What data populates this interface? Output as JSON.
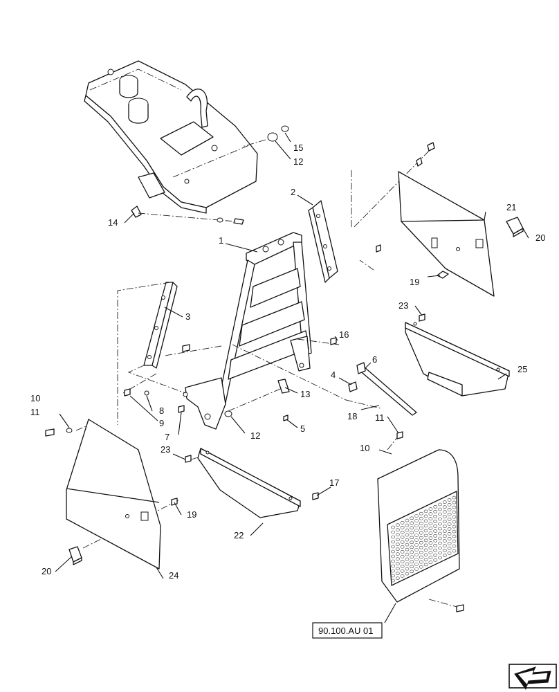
{
  "callouts": [
    {
      "id": "c1",
      "text": "1"
    },
    {
      "id": "c2",
      "text": "2"
    },
    {
      "id": "c3",
      "text": "3"
    },
    {
      "id": "c4",
      "text": "4"
    },
    {
      "id": "c5",
      "text": "5"
    },
    {
      "id": "c6",
      "text": "6"
    },
    {
      "id": "c7",
      "text": "7"
    },
    {
      "id": "c8",
      "text": "8"
    },
    {
      "id": "c9",
      "text": "9"
    },
    {
      "id": "c10a",
      "text": "10"
    },
    {
      "id": "c10b",
      "text": "10"
    },
    {
      "id": "c11a",
      "text": "11"
    },
    {
      "id": "c11b",
      "text": "11"
    },
    {
      "id": "c12a",
      "text": "12"
    },
    {
      "id": "c12b",
      "text": "12"
    },
    {
      "id": "c13",
      "text": "13"
    },
    {
      "id": "c14",
      "text": "14"
    },
    {
      "id": "c15",
      "text": "15"
    },
    {
      "id": "c16",
      "text": "16"
    },
    {
      "id": "c17",
      "text": "17"
    },
    {
      "id": "c18",
      "text": "18"
    },
    {
      "id": "c19a",
      "text": "19"
    },
    {
      "id": "c19b",
      "text": "19"
    },
    {
      "id": "c20a",
      "text": "20"
    },
    {
      "id": "c20b",
      "text": "20"
    },
    {
      "id": "c21",
      "text": "21"
    },
    {
      "id": "c22",
      "text": "22"
    },
    {
      "id": "c23a",
      "text": "23"
    },
    {
      "id": "c23b",
      "text": "23"
    },
    {
      "id": "c24",
      "text": "24"
    },
    {
      "id": "c25",
      "text": "25"
    }
  ],
  "reference": {
    "text": "90.100.AU 01"
  },
  "nav_icon": "next-page-arrow-icon"
}
